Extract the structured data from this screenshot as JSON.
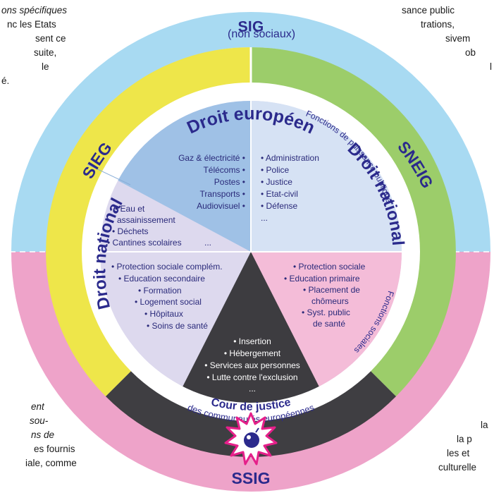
{
  "rings": {
    "sig": "SIG",
    "sig_sub": "(non sociaux)",
    "sieg": "SIEG",
    "sneig": "SNEIG",
    "ssig": "SSIG"
  },
  "headers": {
    "droit_europeen": "Droit européen",
    "droit_national_right": "Droit national",
    "droit_national_left": "Droit national",
    "cour_de_justice": "Cour de justice",
    "cour_sub": "des communautés européennes",
    "fonctions_puissance": "Fonctions de puissance publique",
    "fonctions_sociales": "Fonctions sociales"
  },
  "quadrants": {
    "top_left": [
      "Gaz & électricité •",
      "Télécoms •",
      "Postes •",
      "Transports •",
      "Audiovisuel •"
    ],
    "top_right": [
      "• Administration",
      "• Police",
      "• Justice",
      "• Etat-civil",
      "• Défense",
      "..."
    ],
    "left_mid": [
      "• Eau et",
      "assainissement",
      "• Déchets",
      "• Cantines scolaires",
      "..."
    ],
    "left_lower": [
      "• Protection sociale complém.",
      "• Education secondaire",
      "• Formation",
      "• Logement social",
      "• Hôpitaux",
      "• Soins de santé"
    ],
    "right_lower": [
      "• Protection sociale",
      "• Education primaire",
      "• Placement de",
      "chômeurs",
      "• Syst. public",
      "de santé"
    ],
    "triangle": [
      "• Insertion",
      "• Hébergement",
      "• Services aux personnes",
      "• Lutte contre l'exclusion",
      "..."
    ]
  },
  "background_text": {
    "top_left": [
      "ons spécifiques",
      "nc les Etats",
      "sent ce",
      "suite,",
      "le",
      "é."
    ],
    "top_right": [
      "sance public",
      "trations,",
      "sivem",
      "ob",
      "l"
    ],
    "bottom_left": [
      "ent",
      "sou-",
      "ns de",
      "es fournis",
      "iale, comme"
    ],
    "bottom_right": [
      "la",
      "la p",
      "les et",
      "culturelle"
    ]
  },
  "colors": {
    "sig_blue": "#a8daf2",
    "ssig_pink": "#eea3c9",
    "sieg_yellow": "#eee64a",
    "sneig_green": "#9ccd6a",
    "inner_lavender": "#ddd9ee",
    "droit_eu_blue": "#9fc1e6",
    "droit_nat_lightblue": "#d6e2f4",
    "social_pink": "#f4bcd8",
    "triangle_dark": "#3d3c40",
    "bottom_dark": "#3f3e42",
    "text_navy": "#2a2a7a"
  }
}
